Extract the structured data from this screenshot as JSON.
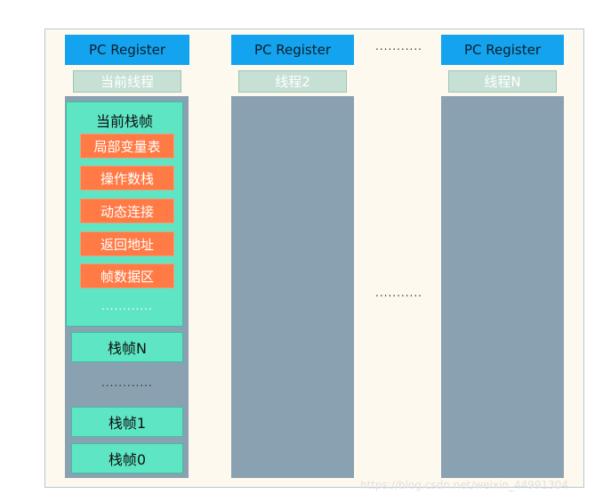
{
  "pc_register_label": "PC Register",
  "threads": [
    {
      "name": "当前线程"
    },
    {
      "name": "线程2"
    },
    {
      "name": "线程N"
    }
  ],
  "current_frame": {
    "title": "当前栈帧",
    "items": [
      "局部变量表",
      "操作数栈",
      "动态连接",
      "返回地址",
      "帧数据区"
    ],
    "ellipsis": "............"
  },
  "frames": {
    "top": "栈帧N",
    "ellipsis": "............",
    "second": "栈帧1",
    "bottom": "栈帧0"
  },
  "ellipsis_top": "...........",
  "ellipsis_middle": "...........",
  "watermark": "https://blog.csdn.net/weixin_44991304",
  "colors": {
    "pc_register": "#14a3ee",
    "thread_label": "#c6e0d6",
    "stack": "#8aa1b1",
    "stack_frame": "#5ee6c4",
    "frame_item": "#ff7a45",
    "background": "#fdf9ee"
  }
}
